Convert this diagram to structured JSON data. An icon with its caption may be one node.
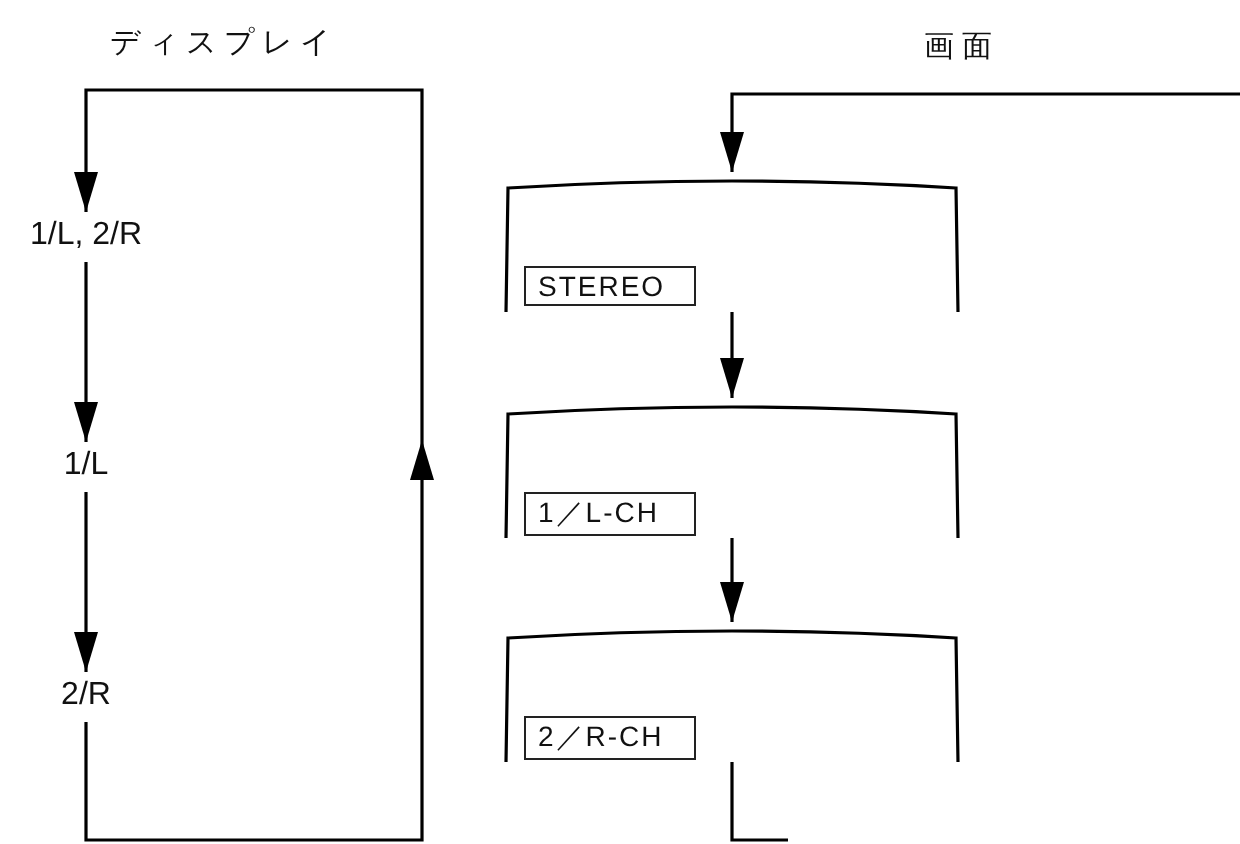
{
  "diagram": {
    "nodes": [
      {
        "text": [
          "1/L, 2/R"
        ]
      },
      {
        "text": [
          "1/L"
        ]
      },
      {
        "text": [
          "2/R"
        ]
      },
      {
        "text": [
          "STEREO"
        ]
      },
      {
        "text": [
          "1／L-CH"
        ]
      },
      {
        "text": [
          "2／R-CH"
        ]
      }
    ],
    "edges": [
      {
        "from": 0,
        "to": 1,
        "arrow": "to"
      },
      {
        "from": 1,
        "to": 2,
        "arrow": "to"
      },
      {
        "from": 2,
        "to": 0,
        "arrow": "to"
      },
      {
        "from": null,
        "to": 3,
        "arrow": "to"
      },
      {
        "from": 3,
        "to": 4,
        "arrow": "to"
      },
      {
        "from": 4,
        "to": 5,
        "arrow": "to"
      },
      {
        "from": 5,
        "to": null,
        "arrow": "none"
      }
    ],
    "labels": [
      "ディスプレイ",
      "画面"
    ]
  }
}
